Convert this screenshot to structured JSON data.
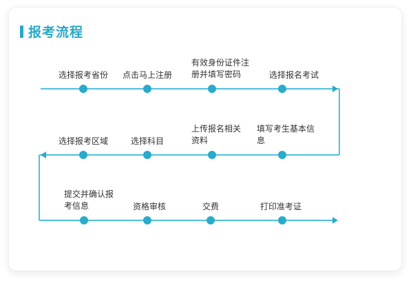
{
  "colors": {
    "accent_title": "#2aa8c8",
    "flow_line": "#4fc0dc",
    "flow_node": "#29abc9",
    "label_text": "#333333",
    "card_bg": "#ffffff"
  },
  "section": {
    "title": "报考流程"
  },
  "flow": {
    "rows": [
      {
        "direction": "left-to-right",
        "steps": [
          "选择报考省份",
          "点击马上注册",
          "有效身份证件注册并填写密码",
          "选择报名考试"
        ]
      },
      {
        "direction": "right-to-left",
        "steps": [
          "选择报考区域",
          "选择科目",
          "上传报名相关资料",
          "填写考生基本信息"
        ]
      },
      {
        "direction": "left-to-right",
        "steps": [
          "提交并确认报考信息",
          "资格审核",
          "交费",
          "打印准考证"
        ]
      }
    ]
  }
}
